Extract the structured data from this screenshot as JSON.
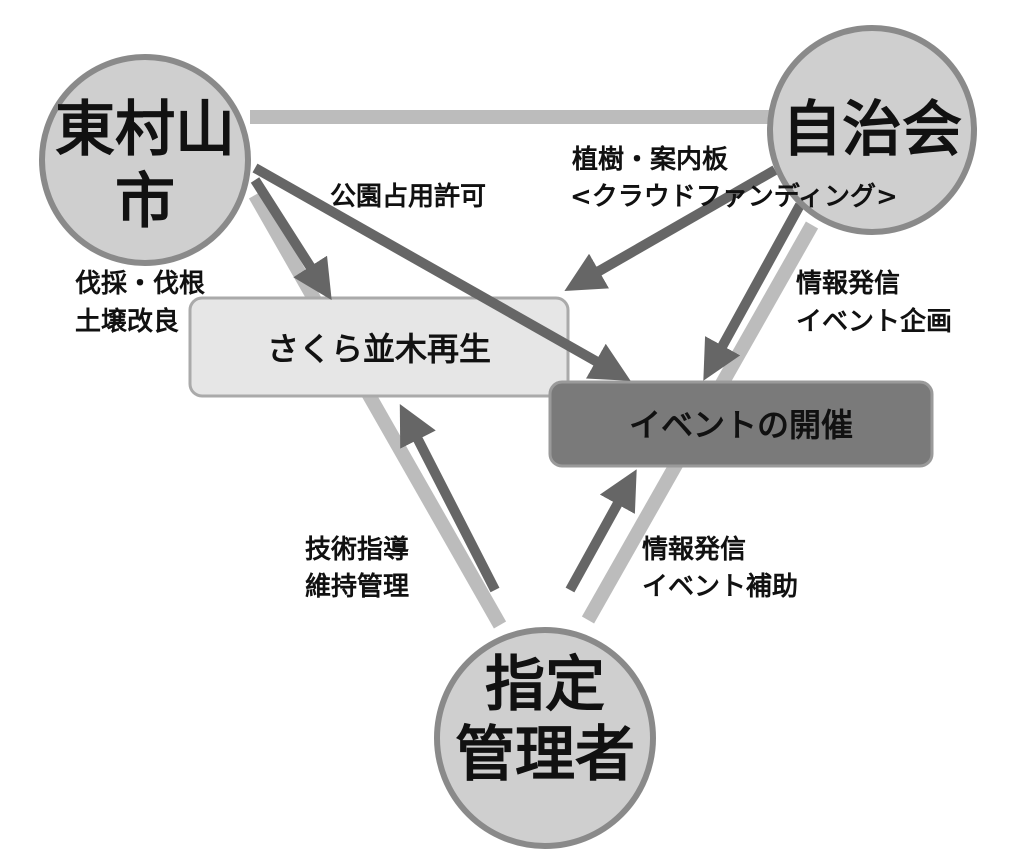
{
  "colors": {
    "connector": "#bcbcbc",
    "arrow": "#666666",
    "circle_fill": "#cfcfcf",
    "circle_stroke": "#8a8a8a",
    "box_light": "#e6e6e6",
    "box_dark": "#7a7a7a"
  },
  "nodes": {
    "city": {
      "line1": "東村山",
      "line2": "市"
    },
    "association": {
      "line1": "自治会"
    },
    "manager": {
      "line1": "指定",
      "line2": "管理者"
    }
  },
  "boxes": {
    "sakura": "さくら並木再生",
    "event": "イベントの開催"
  },
  "labels": {
    "park_permit": "公園占用許可",
    "planting_1": "植樹・案内板",
    "planting_2": "<クラウドファンディング>",
    "felling_1": "伐採・伐根",
    "felling_2": "土壌改良",
    "assoc_info_1": "情報発信",
    "assoc_info_2": "イベント企画",
    "tech_1": "技術指導",
    "tech_2": "維持管理",
    "mgr_info_1": "情報発信",
    "mgr_info_2": "イベント補助"
  }
}
